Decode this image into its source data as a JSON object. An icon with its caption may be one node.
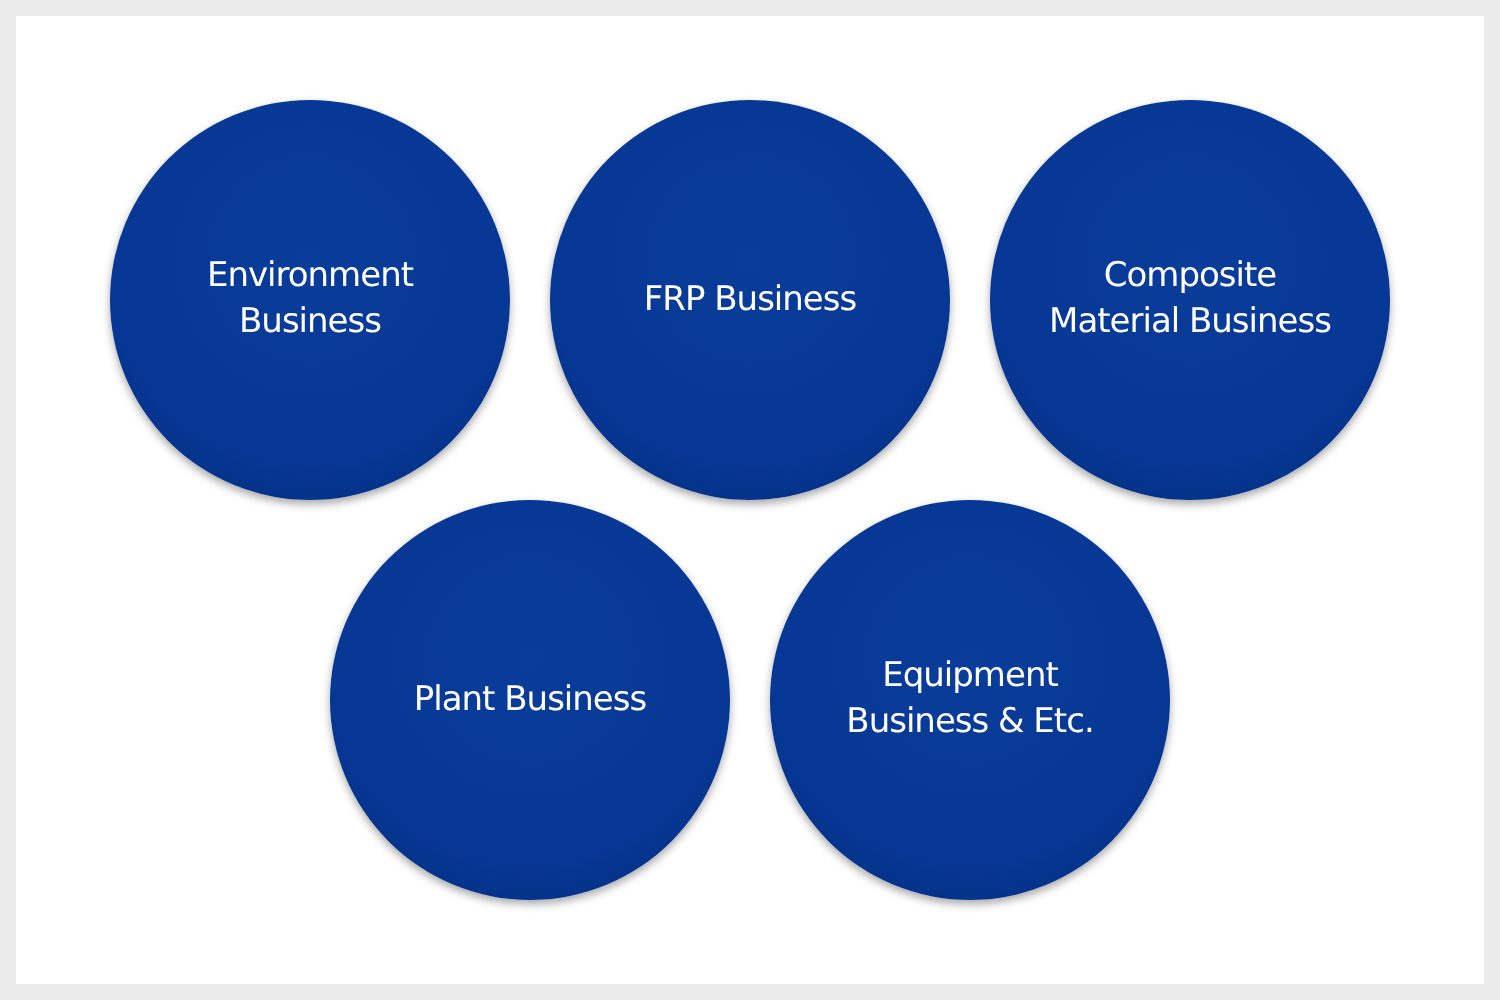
{
  "diagram": {
    "nodes": [
      {
        "text": [
          "Environment Business"
        ]
      },
      {
        "text": [
          "FRP Business"
        ]
      },
      {
        "text": [
          "Composite Material Business"
        ]
      },
      {
        "text": [
          "Plant Business"
        ]
      },
      {
        "text": [
          "Equipment Business & Etc."
        ]
      }
    ]
  }
}
